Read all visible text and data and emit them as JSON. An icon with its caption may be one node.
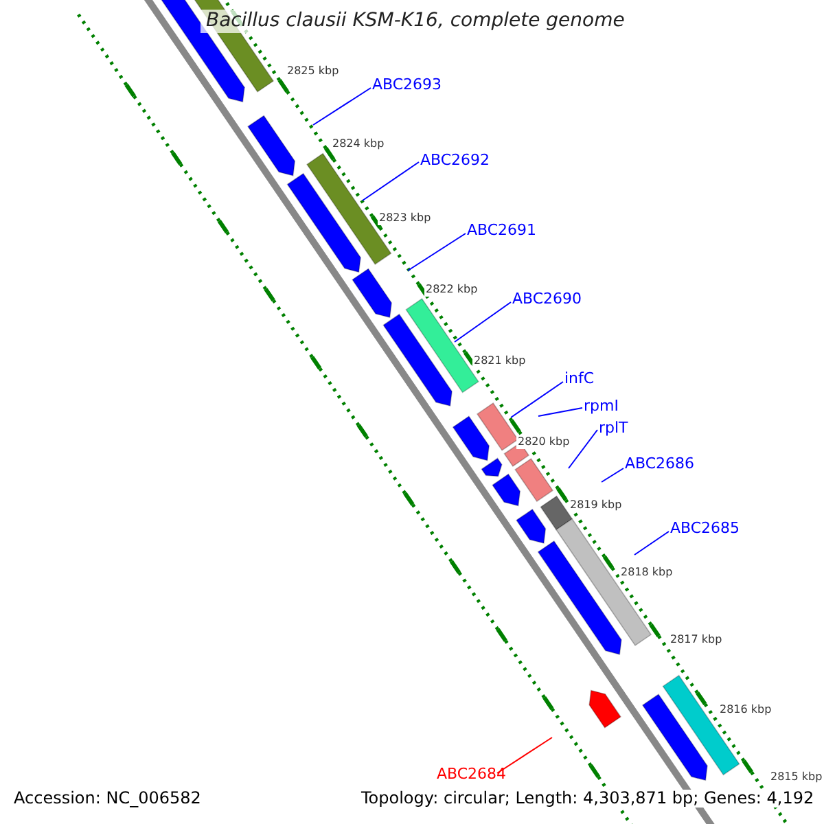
{
  "diagram": {
    "title": "Bacillus clausii KSM-K16, complete genome",
    "nodes": [
      {
        "text": [
          "ABC2693"
        ]
      },
      {
        "text": [
          "ABC2692"
        ]
      },
      {
        "text": [
          "ABC2691"
        ]
      },
      {
        "text": [
          "ABC2690"
        ]
      },
      {
        "text": [
          "infC"
        ]
      },
      {
        "text": [
          "rpmI"
        ]
      },
      {
        "text": [
          "rplT"
        ]
      },
      {
        "text": [
          "ABC2686"
        ]
      },
      {
        "text": [
          "ABC2685"
        ]
      },
      {
        "text": [
          "ABC2684"
        ]
      }
    ],
    "edges": [
      {
        "from": 0,
        "to": null,
        "arrow": "none"
      },
      {
        "from": 1,
        "to": null,
        "arrow": "none"
      },
      {
        "from": 2,
        "to": null,
        "arrow": "none"
      },
      {
        "from": 3,
        "to": null,
        "arrow": "none"
      },
      {
        "from": 4,
        "to": null,
        "arrow": "none"
      },
      {
        "from": 5,
        "to": null,
        "arrow": "none"
      },
      {
        "from": 6,
        "to": null,
        "arrow": "none"
      },
      {
        "from": 7,
        "to": null,
        "arrow": "none"
      },
      {
        "from": 8,
        "to": null,
        "arrow": "none"
      },
      {
        "from": 9,
        "to": null,
        "arrow": "none",
        "color": "#ff0000"
      }
    ],
    "labels": [
      "2825 kbp",
      "2824 kbp",
      "2823 kbp",
      "2822 kbp",
      "2821 kbp",
      "2820 kbp",
      "2819 kbp",
      "2818 kbp",
      "2817 kbp",
      "2816 kbp",
      "2815 kbp",
      "Accession: NC_006582",
      "Topology: circular; Length: 4,303,871 bp; Genes: 4,192"
    ]
  }
}
